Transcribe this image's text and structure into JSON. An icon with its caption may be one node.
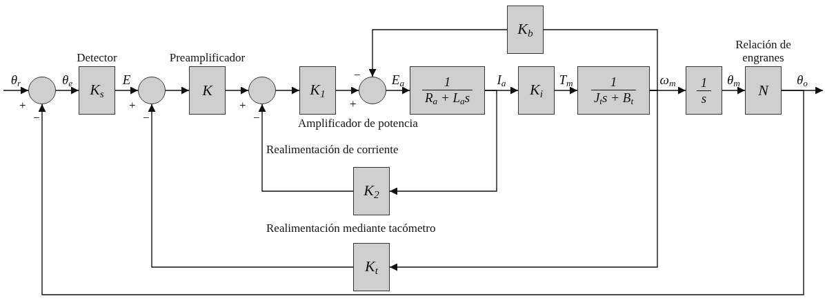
{
  "diagram": {
    "nodes": [
      {
        "text": [],
        "shape": "circle",
        "beside": [
          "+",
          "−"
        ]
      },
      {
        "text": [
          "K$_{s}$"
        ],
        "beside": [
          "Detector"
        ]
      },
      {
        "text": [],
        "shape": "circle",
        "beside": [
          "+",
          "−"
        ]
      },
      {
        "text": [
          "K"
        ],
        "beside": [
          "Preamplificador"
        ]
      },
      {
        "text": [],
        "shape": "circle",
        "beside": [
          "+",
          "−"
        ]
      },
      {
        "text": [
          "K$_{1}$"
        ]
      },
      {
        "text": [],
        "shape": "circle",
        "beside": [
          "−",
          "+"
        ]
      },
      {
        "text": [
          "1",
          "R$_{a}$ + L$_{a}$s"
        ]
      },
      {
        "text": [
          "K$_{i}$"
        ]
      },
      {
        "text": [
          "1",
          "J$_{t}$s + B$_{t}$"
        ]
      },
      {
        "text": [
          "K$_{b}$"
        ]
      },
      {
        "text": [
          "1",
          "s"
        ]
      },
      {
        "text": [
          "N"
        ],
        "beside": [
          "Relación de engranes"
        ]
      },
      {
        "text": [
          "K$_{2}$"
        ]
      },
      {
        "text": [
          "K$_{t}$"
        ]
      }
    ],
    "edges": [
      {
        "from": null,
        "to": 0,
        "arrow": "to",
        "label": "θ$_{r}$"
      },
      {
        "from": 0,
        "to": 1,
        "arrow": "to",
        "label": "θ$_{e}$"
      },
      {
        "from": 1,
        "to": 2,
        "arrow": "to",
        "label": "E"
      },
      {
        "from": 2,
        "to": 3,
        "arrow": "to"
      },
      {
        "from": 3,
        "to": 4,
        "arrow": "to"
      },
      {
        "from": 4,
        "to": 5,
        "arrow": "to"
      },
      {
        "from": 5,
        "to": 6,
        "arrow": "to"
      },
      {
        "from": 6,
        "to": 7,
        "arrow": "to",
        "label": "E$_{a}$"
      },
      {
        "from": 7,
        "to": 8,
        "arrow": "to",
        "label": "I$_{a}$"
      },
      {
        "from": 8,
        "to": 9,
        "arrow": "to",
        "label": "T$_{m}$"
      },
      {
        "from": 9,
        "to": 11,
        "arrow": "to",
        "label": "ω$_{m}$"
      },
      {
        "from": 11,
        "to": 12,
        "arrow": "to",
        "label": "θ$_{m}$"
      },
      {
        "from": 12,
        "to": null,
        "arrow": "to",
        "label": "θ$_{o}$"
      },
      {
        "from": 9,
        "to": 10,
        "arrow": "none"
      },
      {
        "from": 10,
        "to": 6,
        "arrow": "to"
      },
      {
        "from": 7,
        "to": 13,
        "arrow": "to"
      },
      {
        "from": 13,
        "to": 4,
        "arrow": "to"
      },
      {
        "from": 9,
        "to": 14,
        "arrow": "to"
      },
      {
        "from": 14,
        "to": 2,
        "arrow": "to"
      },
      {
        "from": 12,
        "to": 0,
        "arrow": "to"
      }
    ],
    "labels": [
      "Amplificador de potencia",
      "Realimentación de corriente",
      "Realimentación mediante tacómetro"
    ]
  }
}
